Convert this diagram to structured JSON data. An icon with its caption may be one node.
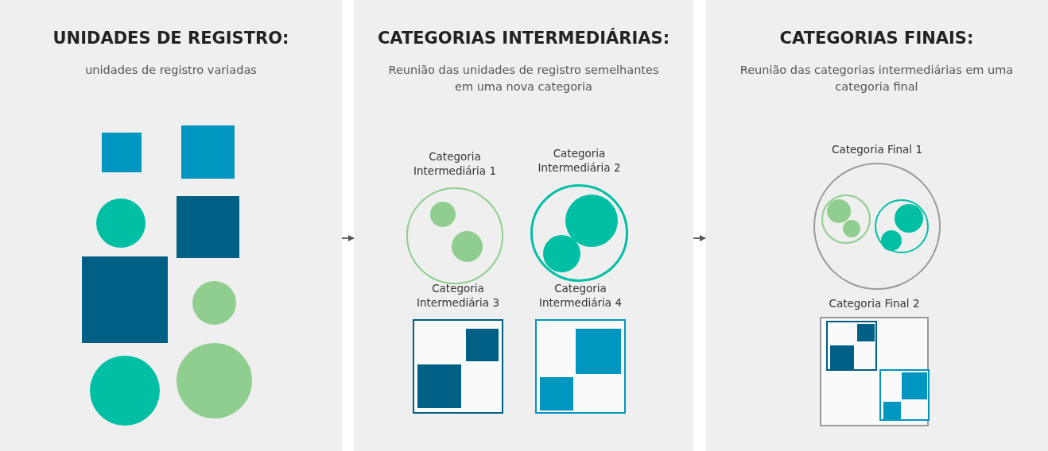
{
  "diagram": {
    "nodes": [
      {
        "text": [
          "UNIDADES DE REGISTRO:",
          "unidades de registro variadas"
        ]
      },
      {
        "text": [],
        "shape": "box",
        "in": 0
      },
      {
        "text": [],
        "shape": "box",
        "in": 0
      },
      {
        "text": [],
        "shape": "circle",
        "in": 0
      },
      {
        "text": [],
        "shape": "box",
        "in": 0
      },
      {
        "text": [],
        "shape": "box",
        "in": 0
      },
      {
        "text": [],
        "shape": "circle",
        "in": 0
      },
      {
        "text": [],
        "shape": "circle",
        "in": 0
      },
      {
        "text": [],
        "shape": "circle",
        "in": 0
      },
      {
        "text": [
          "CATEGORIAS INTERMEDIÁRIAS:",
          "Reunião das unidades de registro semelhantes em uma nova categoria"
        ]
      },
      {
        "text": [
          "Categoria Intermediária 1"
        ],
        "in": 9
      },
      {
        "text": [],
        "shape": "circle",
        "in": 10
      },
      {
        "text": [],
        "shape": "circle",
        "in": 10
      },
      {
        "text": [
          "Categoria Intermediária 2"
        ],
        "in": 9
      },
      {
        "text": [],
        "shape": "circle",
        "in": 13
      },
      {
        "text": [],
        "shape": "circle",
        "in": 13
      },
      {
        "text": [
          "Categoria Intermediária 3"
        ],
        "in": 9
      },
      {
        "text": [],
        "shape": "box",
        "in": 16
      },
      {
        "text": [],
        "shape": "box",
        "in": 16
      },
      {
        "text": [
          "Categoria Intermediária 4"
        ],
        "in": 9
      },
      {
        "text": [],
        "shape": "box",
        "in": 19
      },
      {
        "text": [],
        "shape": "box",
        "in": 19
      },
      {
        "text": [
          "CATEGORIAS FINAIS:",
          "Reunião das categorias intermediárias em uma categoria final"
        ]
      },
      {
        "text": [
          "Categoria Final 1"
        ],
        "in": 22
      },
      {
        "text": [],
        "shape": "circle",
        "in": 23
      },
      {
        "text": [],
        "shape": "circle",
        "in": 24
      },
      {
        "text": [],
        "shape": "circle",
        "in": 24
      },
      {
        "text": [],
        "shape": "circle",
        "in": 23
      },
      {
        "text": [],
        "shape": "circle",
        "in": 27
      },
      {
        "text": [],
        "shape": "circle",
        "in": 27
      },
      {
        "text": [
          "Categoria Final 2"
        ],
        "in": 22
      },
      {
        "text": [],
        "shape": "box",
        "in": 30
      },
      {
        "text": [],
        "shape": "box",
        "in": 31
      },
      {
        "text": [],
        "shape": "box",
        "in": 31
      },
      {
        "text": [],
        "shape": "box",
        "in": 30
      },
      {
        "text": [],
        "shape": "box",
        "in": 34
      },
      {
        "text": [],
        "shape": "box",
        "in": 34
      }
    ],
    "edges": [
      {
        "from": 0,
        "to": 9,
        "arrow": "to"
      },
      {
        "from": 9,
        "to": 22,
        "arrow": "to"
      }
    ]
  }
}
